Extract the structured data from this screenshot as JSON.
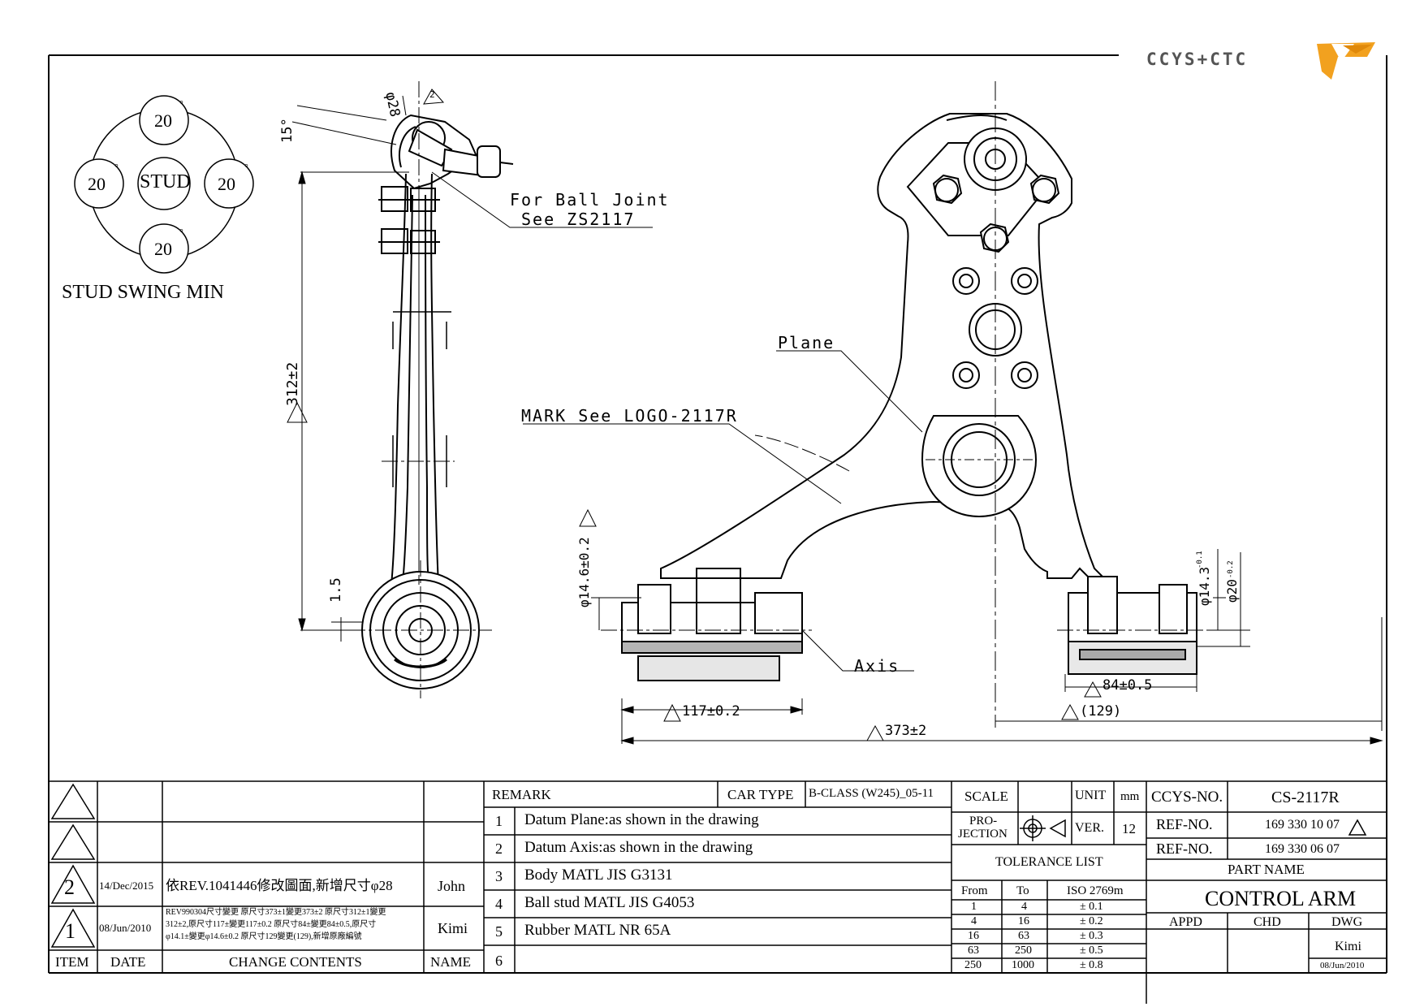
{
  "logo": {
    "text": "CCYS+CTC"
  },
  "stud_swing": {
    "center_label": "STUD",
    "angle_top": "20",
    "angle_left": "20",
    "angle_right": "20",
    "angle_bottom": "20",
    "degree_mark": "°",
    "caption": "STUD SWING MIN"
  },
  "annotations": {
    "diameter_28": "φ28",
    "rev2_mark": "2",
    "angle_15": "15°",
    "ball_joint_line1": "For Ball Joint",
    "ball_joint_line2": "See ZS2117",
    "length_312": "312±2",
    "dim_1_5": "1.5",
    "plane": "Plane",
    "mark_logo": "MARK See LOGO-2117R",
    "dia_14_6": "φ14.6±0.2",
    "dia_14_3": "φ14.3",
    "dia_14_3_tol": "-0.1",
    "dia_20": "φ20",
    "dia_20_tol": "-0.2",
    "axis": "Axis",
    "dim_117": "117±0.2",
    "dim_84": "84±0.5",
    "dim_129": "(129)",
    "dim_373": "373±2"
  },
  "revisions": {
    "rows": [
      {
        "item": "",
        "date": "",
        "contents": "",
        "name": ""
      },
      {
        "item": "",
        "date": "",
        "contents": "",
        "name": ""
      },
      {
        "item": "2",
        "date": "14/Dec/2015",
        "contents": "依REV.1041446修改圖面,新增尺寸φ28",
        "name": "John"
      },
      {
        "item": "1",
        "date": "08/Jun/2010",
        "contents_line1": "REV990304尺寸變更 原尺寸373±1變更373±2 原尺寸312±1變更",
        "contents_line2": "312±2,原尺寸117±變更117±0.2 原尺寸84±變更84±0.5,原尺寸",
        "contents_line3": "φ14.1±變更φ14.6±0.2 原尺寸129變更(129),新增原廠編號",
        "name": "Kimi"
      }
    ],
    "headers": {
      "item": "ITEM",
      "date": "DATE",
      "contents": "CHANGE CONTENTS",
      "name": "NAME"
    }
  },
  "remarks": {
    "header": "REMARK",
    "car_type_label": "CAR TYPE",
    "car_type_value": "B-CLASS (W245)_05-11",
    "items": [
      {
        "no": "1",
        "text": "Datum Plane:as shown in the drawing"
      },
      {
        "no": "2",
        "text": "Datum Axis:as shown in the drawing"
      },
      {
        "no": "3",
        "text": "Body MATL JIS G3131"
      },
      {
        "no": "4",
        "text": "Ball stud MATL JIS G4053"
      },
      {
        "no": "5",
        "text": "Rubber MATL NR 65A"
      },
      {
        "no": "6",
        "text": ""
      }
    ]
  },
  "title_block": {
    "scale_label": "SCALE",
    "unit_label": "UNIT",
    "unit_value": "mm",
    "projection_label_1": "PRO-",
    "projection_label_2": "JECTION",
    "ver_label": "VER.",
    "ver_value": "12",
    "tolerance_title": "TOLERANCE LIST",
    "tolerance_headers": [
      "From",
      "To",
      "ISO 2769m"
    ],
    "tolerance_rows": [
      [
        "1",
        "4",
        "± 0.1"
      ],
      [
        "4",
        "16",
        "± 0.2"
      ],
      [
        "16",
        "63",
        "± 0.3"
      ],
      [
        "63",
        "250",
        "± 0.5"
      ],
      [
        "250",
        "1000",
        "± 0.8"
      ]
    ],
    "ccys_no_label": "CCYS-NO.",
    "ccys_no_value": "CS-2117R",
    "ref_no_label": "REF-NO.",
    "ref_no_value_1": "169 330 10 07",
    "ref_no_value_2": "169 330 06 07",
    "part_name_label": "PART NAME",
    "part_name_value": "CONTROL ARM",
    "appd_label": "APPD",
    "chd_label": "CHD",
    "dwg_label": "DWG",
    "dwg_name": "Kimi",
    "dwg_date": "08/Jun/2010"
  }
}
